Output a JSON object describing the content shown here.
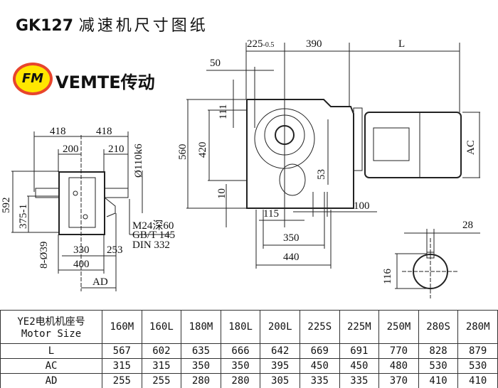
{
  "title": {
    "model": "GK127",
    "text": "减速机尺寸图纸"
  },
  "brand": {
    "logo_text": "FM",
    "name": "VEMTE传动"
  },
  "side_view": {
    "dim_418_left": "418",
    "dim_418_right": "418",
    "dim_200": "200",
    "dim_210": "210",
    "shaft_dia": "Ø110k6",
    "dim_592": "592",
    "dim_375": "375-1",
    "holes": "8-Ø39",
    "dim_330": "330",
    "dim_253": "253",
    "dim_400": "400",
    "dim_ad": "AD",
    "thread": "M24深60",
    "std1": "GB/T 145",
    "std2": "DIN 332"
  },
  "main_view": {
    "dim_225": "225",
    "dim_225_tol": "-0.5",
    "dim_390": "390",
    "dim_l": "L",
    "dim_50": "50",
    "dim_560": "560",
    "dim_420": "420",
    "dim_111": "111",
    "dim_10": "10",
    "dim_53": "53",
    "dim_115": "115",
    "dim_100": "100",
    "dim_350": "350",
    "dim_440": "440",
    "dim_ac": "AC"
  },
  "shaft_section": {
    "dim_28": "28",
    "dim_116": "116"
  },
  "table": {
    "header_cn": "YE2电机机座号",
    "header_en": "Motor Size",
    "sizes": [
      "160M",
      "160L",
      "180M",
      "180L",
      "200L",
      "225S",
      "225M",
      "250M",
      "280S",
      "280M"
    ],
    "rows": [
      {
        "label": "L",
        "values": [
          "567",
          "602",
          "635",
          "666",
          "642",
          "669",
          "691",
          "770",
          "828",
          "879"
        ]
      },
      {
        "label": "AC",
        "values": [
          "315",
          "315",
          "350",
          "350",
          "395",
          "450",
          "450",
          "480",
          "530",
          "530"
        ]
      },
      {
        "label": "AD",
        "values": [
          "255",
          "255",
          "280",
          "280",
          "305",
          "335",
          "335",
          "370",
          "410",
          "410"
        ]
      }
    ]
  }
}
